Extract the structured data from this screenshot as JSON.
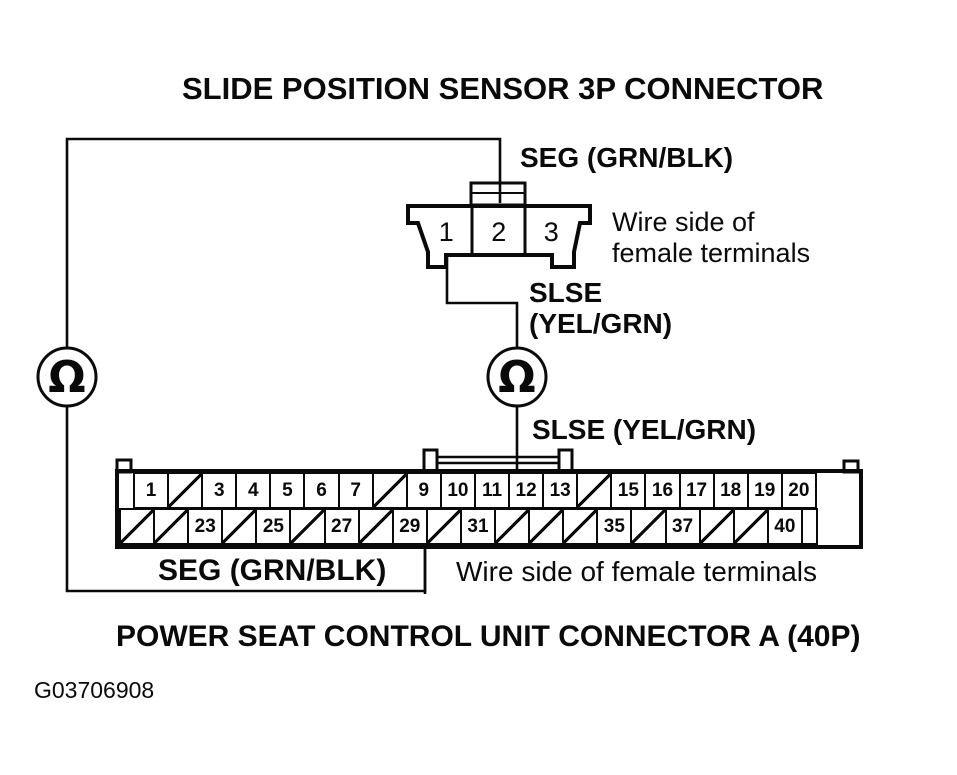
{
  "colors": {
    "ink": "#0a0a0a",
    "paper": "#ffffff"
  },
  "titles": {
    "top": "SLIDE POSITION SENSOR 3P CONNECTOR",
    "bottom": "POWER SEAT CONTROL UNIT CONNECTOR A (40P)",
    "figure_id": "G03706908"
  },
  "labels": {
    "seg_top": "SEG (GRN/BLK)",
    "wire_side_3p": [
      "Wire side of",
      "female terminals"
    ],
    "slse_stack": [
      "SLSE",
      "(YEL/GRN)"
    ],
    "slse_inline": "SLSE (YEL/GRN)",
    "seg_bottom": "SEG (GRN/BLK)",
    "wire_side_40p": "Wire side of female terminals",
    "ohm": "Ω"
  },
  "connector_3p": {
    "pins": [
      "1",
      "2",
      "3"
    ]
  },
  "connector_40p": {
    "rows": [
      {
        "cells": [
          "1",
          "/",
          "3",
          "4",
          "5",
          "6",
          "7",
          "/",
          "9",
          "10",
          "11",
          "12",
          "13",
          "/",
          "15",
          "16",
          "17",
          "18",
          "19",
          "20"
        ]
      },
      {
        "cells": [
          "/",
          "/",
          "23",
          "/",
          "25",
          "/",
          "27",
          "/",
          "29",
          "/",
          "31",
          "/",
          "/",
          "/",
          "35",
          "/",
          "37",
          "/",
          "/",
          "40",
          ""
        ]
      }
    ]
  }
}
